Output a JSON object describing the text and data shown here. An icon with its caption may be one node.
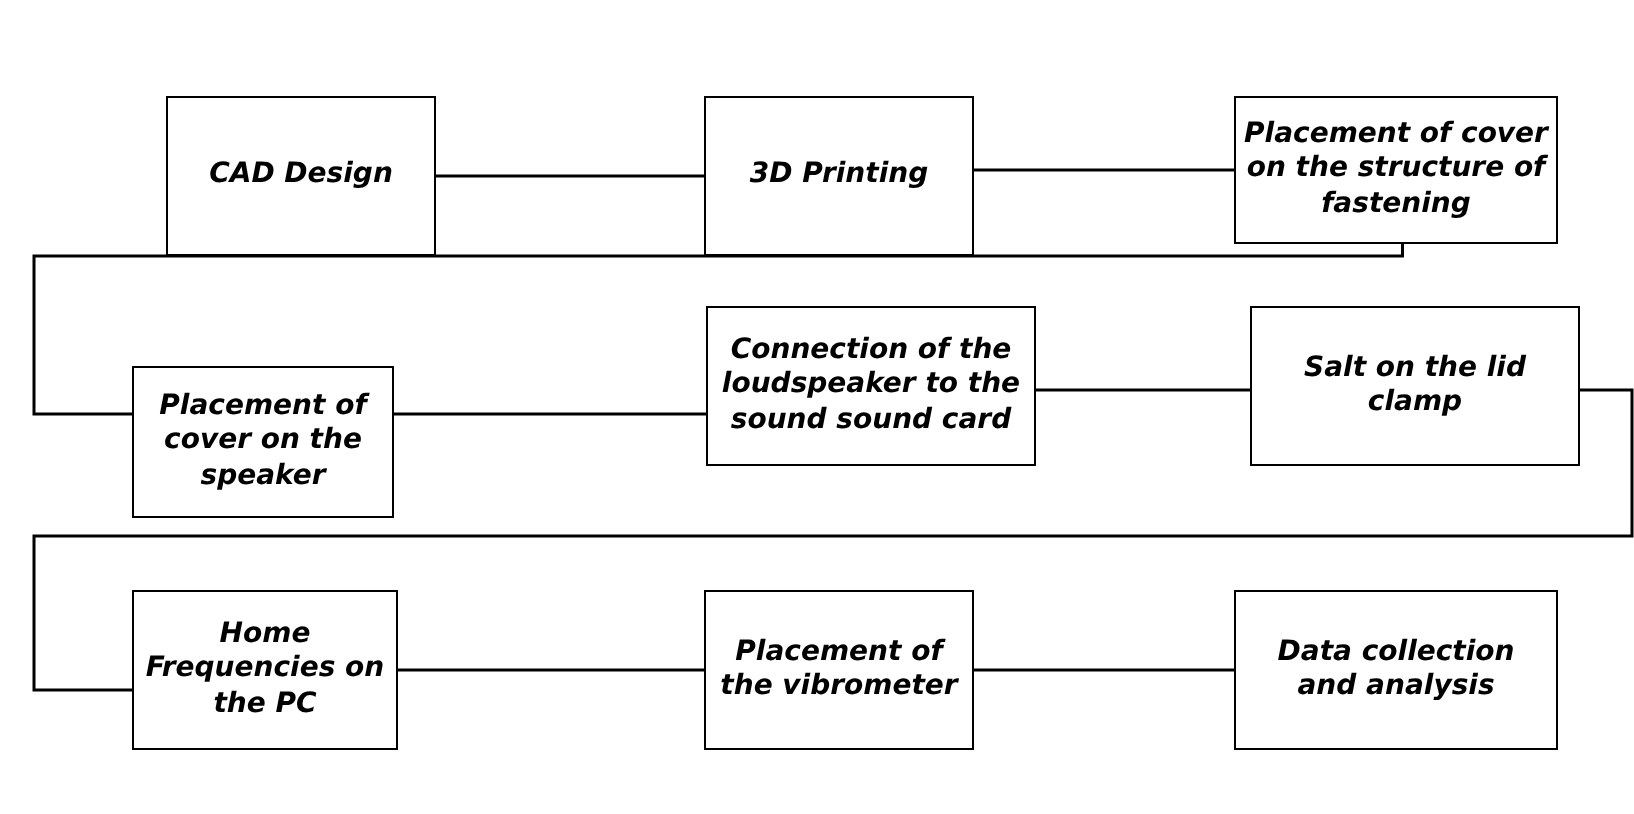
{
  "diagram": {
    "nodes": [
      {
        "text": [
          "CAD Design"
        ]
      },
      {
        "text": [
          "3D Printing"
        ]
      },
      {
        "text": [
          "Placement of cover on the structure of fastening"
        ]
      },
      {
        "text": [
          "Placement of cover on the speaker"
        ]
      },
      {
        "text": [
          "Connection of the loudspeaker to the sound sound card"
        ]
      },
      {
        "text": [
          "Salt on the lid clamp"
        ]
      },
      {
        "text": [
          "Home Frequencies on the PC"
        ]
      },
      {
        "text": [
          "Placement of the vibrometer"
        ]
      },
      {
        "text": [
          "Data collection and analysis"
        ]
      }
    ],
    "edges": [
      {
        "from": 0,
        "to": 1,
        "arrow": "none"
      },
      {
        "from": 1,
        "to": 2,
        "arrow": "none"
      },
      {
        "from": 2,
        "to": 3,
        "arrow": "none"
      },
      {
        "from": 3,
        "to": 4,
        "arrow": "none"
      },
      {
        "from": 4,
        "to": 5,
        "arrow": "none"
      },
      {
        "from": 5,
        "to": 6,
        "arrow": "none"
      },
      {
        "from": 6,
        "to": 7,
        "arrow": "none"
      },
      {
        "from": 7,
        "to": 8,
        "arrow": "none"
      }
    ]
  }
}
